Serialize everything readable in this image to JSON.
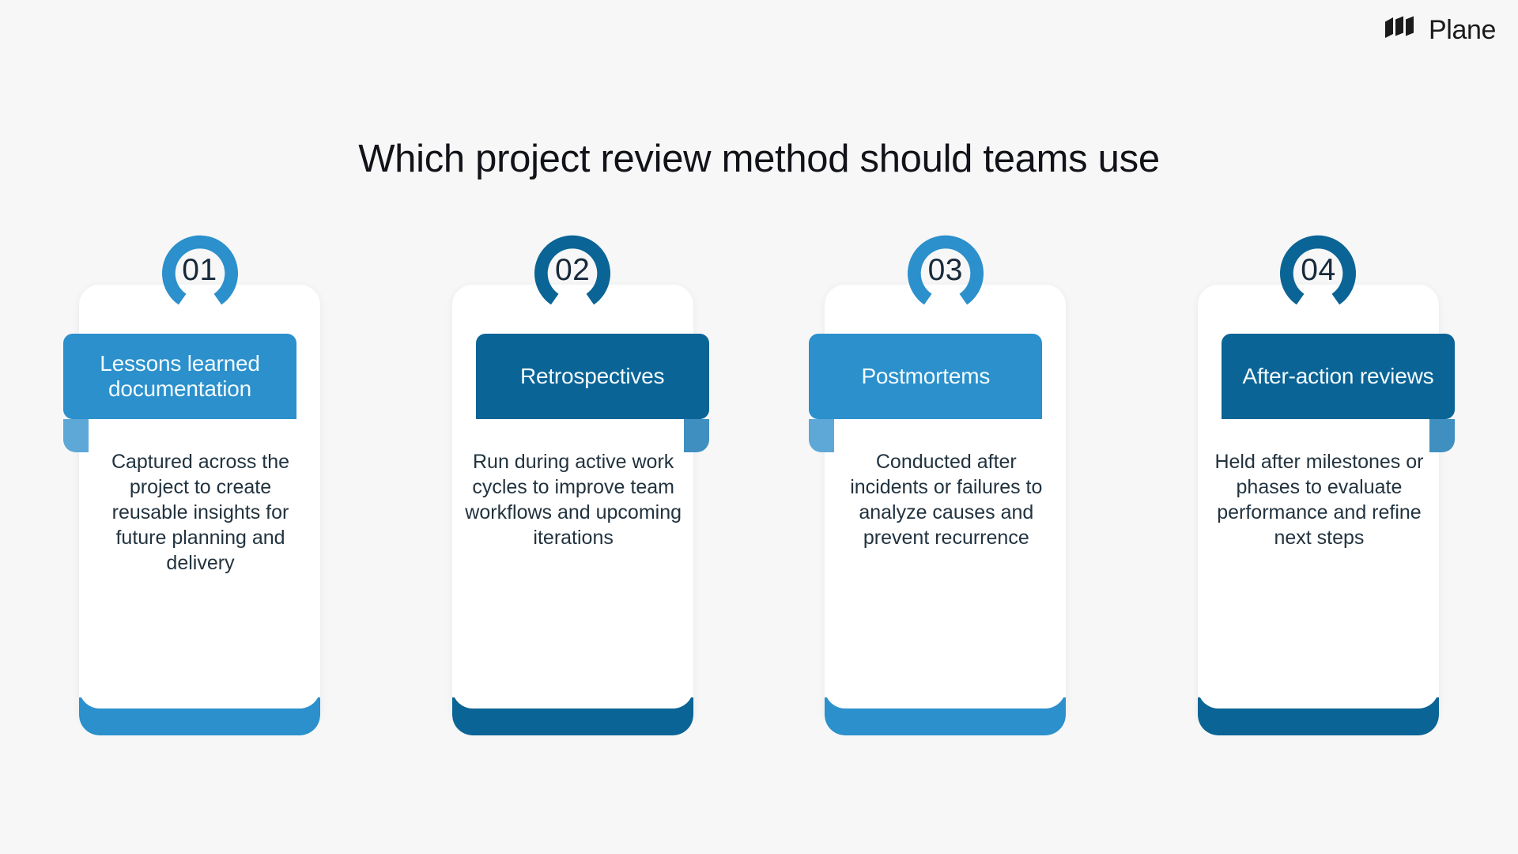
{
  "brand": {
    "name": "Plane",
    "logo_icon": "plane-logo-icon"
  },
  "title": "Which project review method should teams use",
  "palette": {
    "background": "#f7f7f7",
    "light_blue": "#2b90cc",
    "dark_blue": "#0b6496",
    "fold_blue": "#3a93d3",
    "text_dark": "#22333f",
    "number_dark": "#17293a",
    "banner_text": "#f3fbff",
    "card_white": "#ffffff"
  },
  "cards": [
    {
      "number": "01",
      "title": "Lessons learned documentation",
      "description": "Captured across the project to create reusable insights for future planning and delivery",
      "accent": "#2b90cc",
      "fold": "#5ea8d8",
      "align": "left"
    },
    {
      "number": "02",
      "title": "Retrospectives",
      "description": "Run during active work cycles to improve team workflows and upcoming iterations",
      "accent": "#0b6496",
      "fold": "#3f8fc0",
      "align": "right"
    },
    {
      "number": "03",
      "title": "Postmortems",
      "description": "Conducted after incidents or failures to analyze causes and prevent recurrence",
      "accent": "#2b90cc",
      "fold": "#5ea8d8",
      "align": "left"
    },
    {
      "number": "04",
      "title": "After-action reviews",
      "description": "Held after milestones or phases to evaluate performance and refine next steps",
      "accent": "#0b6496",
      "fold": "#3f8fc0",
      "align": "right"
    }
  ]
}
